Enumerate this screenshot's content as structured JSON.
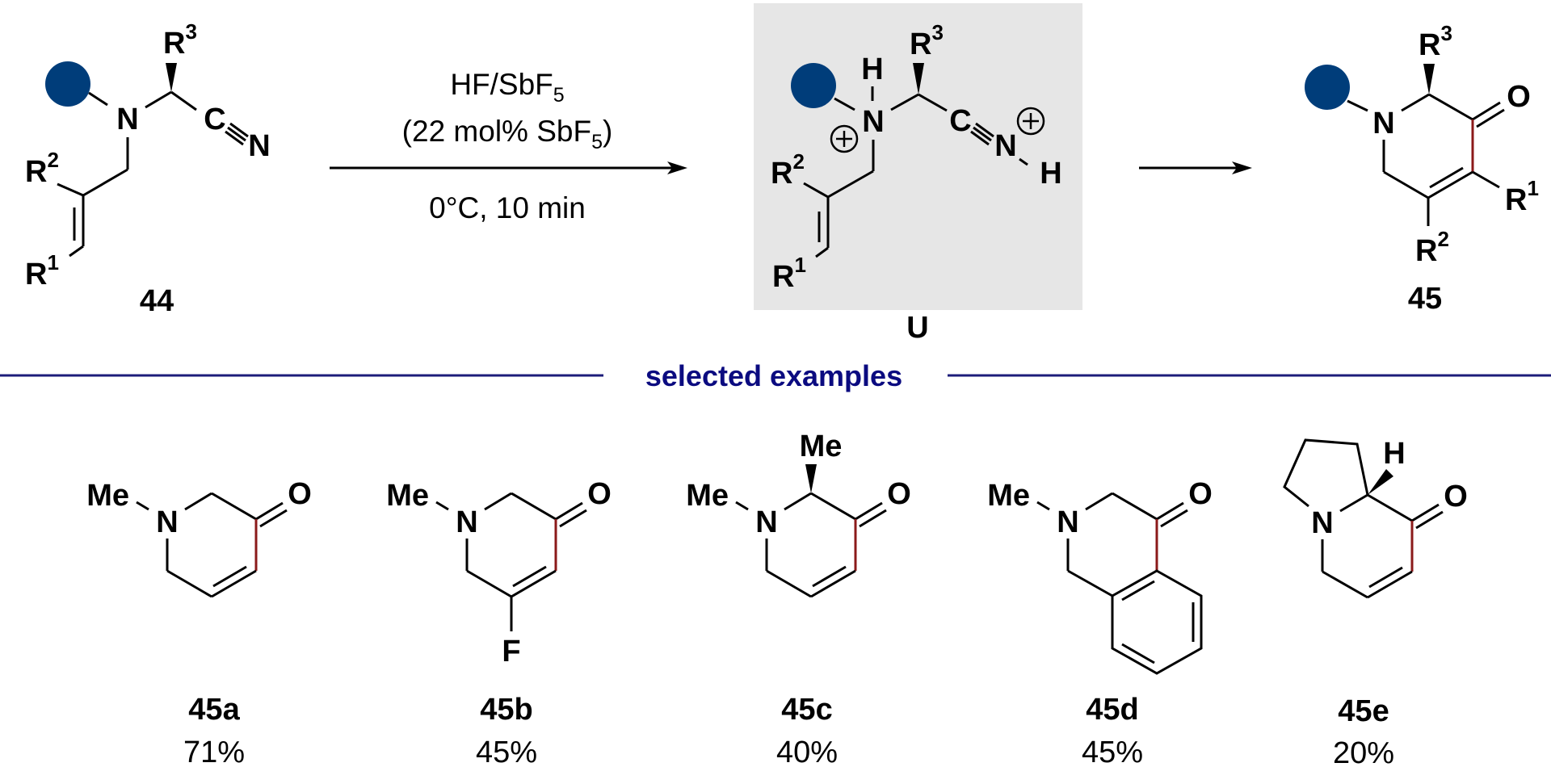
{
  "colors": {
    "substituent_circle": "#003d7a",
    "new_bond": "#8b1a1a",
    "intermediate_box": "#e6e6e6",
    "section_rule": "#1c1c7a"
  },
  "scheme": {
    "starting_material": {
      "label": "44",
      "N": "N",
      "C": "C",
      "N_nitrile": "N",
      "R1": {
        "base": "R",
        "sup": "1"
      },
      "R2": {
        "base": "R",
        "sup": "2"
      },
      "R3": {
        "base": "R",
        "sup": "3"
      }
    },
    "conditions": {
      "line1": {
        "text": "HF/SbF",
        "sub": "5"
      },
      "line2": {
        "pre": "(22 mol% SbF",
        "sub": "5",
        "post": ")"
      },
      "line3": "0°C, 10 min"
    },
    "intermediate": {
      "label": "U",
      "N": "N",
      "H_amine": "H",
      "C": "C",
      "N_nitrilium": "N",
      "H_nitrilium": "H",
      "plus": "+",
      "R1": {
        "base": "R",
        "sup": "1"
      },
      "R2": {
        "base": "R",
        "sup": "2"
      },
      "R3": {
        "base": "R",
        "sup": "3"
      }
    },
    "product": {
      "label": "45",
      "N": "N",
      "O": "O",
      "R1": {
        "base": "R",
        "sup": "1"
      },
      "R2": {
        "base": "R",
        "sup": "2"
      },
      "R3": {
        "base": "R",
        "sup": "3"
      }
    }
  },
  "section_title": "selected examples",
  "examples": [
    {
      "label": "45a",
      "yield": "71%",
      "Me": "Me",
      "N": "N",
      "O": "O"
    },
    {
      "label": "45b",
      "yield": "45%",
      "Me": "Me",
      "N": "N",
      "O": "O",
      "F": "F"
    },
    {
      "label": "45c",
      "yield": "40%",
      "Me": "Me",
      "Me2": "Me",
      "N": "N",
      "O": "O"
    },
    {
      "label": "45d",
      "yield": "45%",
      "Me": "Me",
      "N": "N",
      "O": "O"
    },
    {
      "label": "45e",
      "yield": "20%",
      "N": "N",
      "O": "O",
      "H": "H"
    }
  ]
}
